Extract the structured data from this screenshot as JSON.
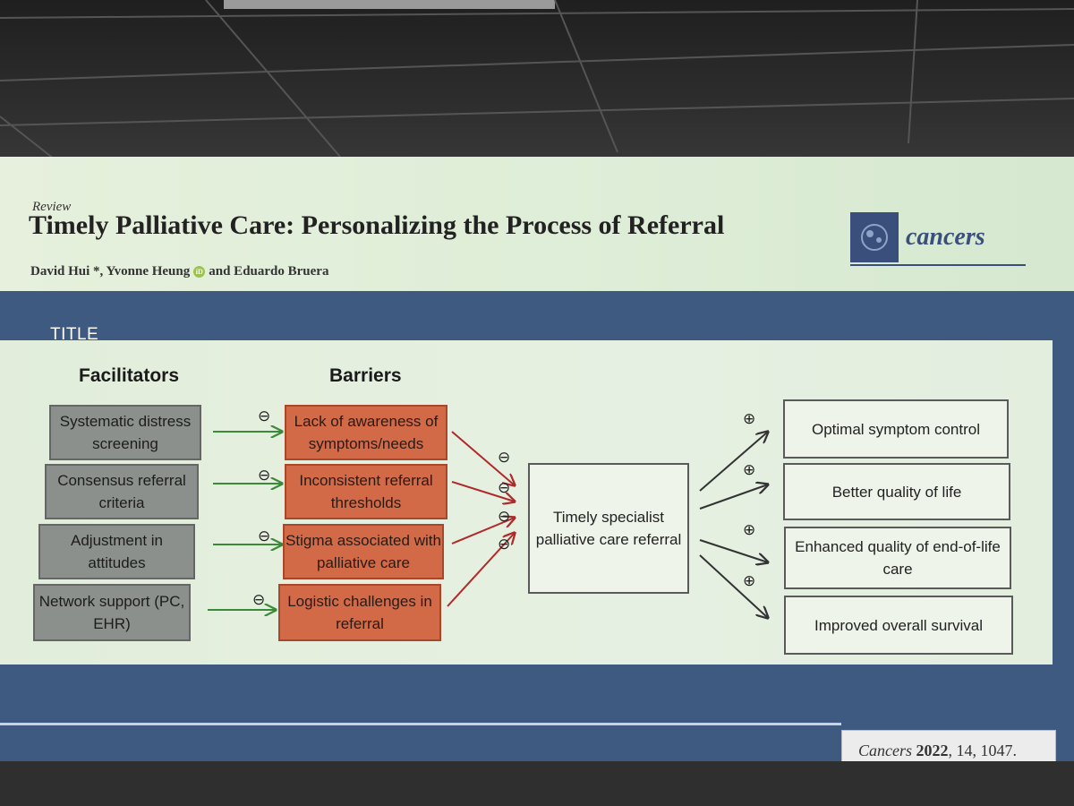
{
  "header": {
    "review_label": "Review",
    "title": "Timely Palliative Care: Personalizing the Process of Referral",
    "authors_part1": "David Hui *, Yvonne Heung",
    "authors_part2": "and Eduardo Bruera",
    "journal": "cancers"
  },
  "section_title": "TITLE",
  "facilitators": {
    "heading": "Facilitators",
    "items": [
      "Systematic distress screening",
      "Consensus referral criteria",
      "Adjustment in attitudes",
      "Network support (PC, EHR)"
    ]
  },
  "barriers": {
    "heading": "Barriers",
    "items": [
      "Lack of awareness of symptoms/needs",
      "Inconsistent referral thresholds",
      "Stigma associated with palliative care",
      "Logistic challenges in referral"
    ]
  },
  "center": "Timely specialist palliative care referral",
  "outcomes": [
    "Optimal symptom control",
    "Better quality of life",
    "Enhanced quality of end-of-life care",
    "Improved overall survival"
  ],
  "signs": {
    "minus": "⊖",
    "plus": "⊕"
  },
  "citation": {
    "journal": "Cancers",
    "year": "2022",
    "rest": ", 14, 1047."
  },
  "colors": {
    "facilitator": "#8c908c",
    "barrier": "#d26a48",
    "facilitator_arrow": "#3a8a3a",
    "barrier_arrow": "#b02a2a",
    "outcome_arrow": "#333333",
    "slide_blue": "#3f5a80"
  }
}
